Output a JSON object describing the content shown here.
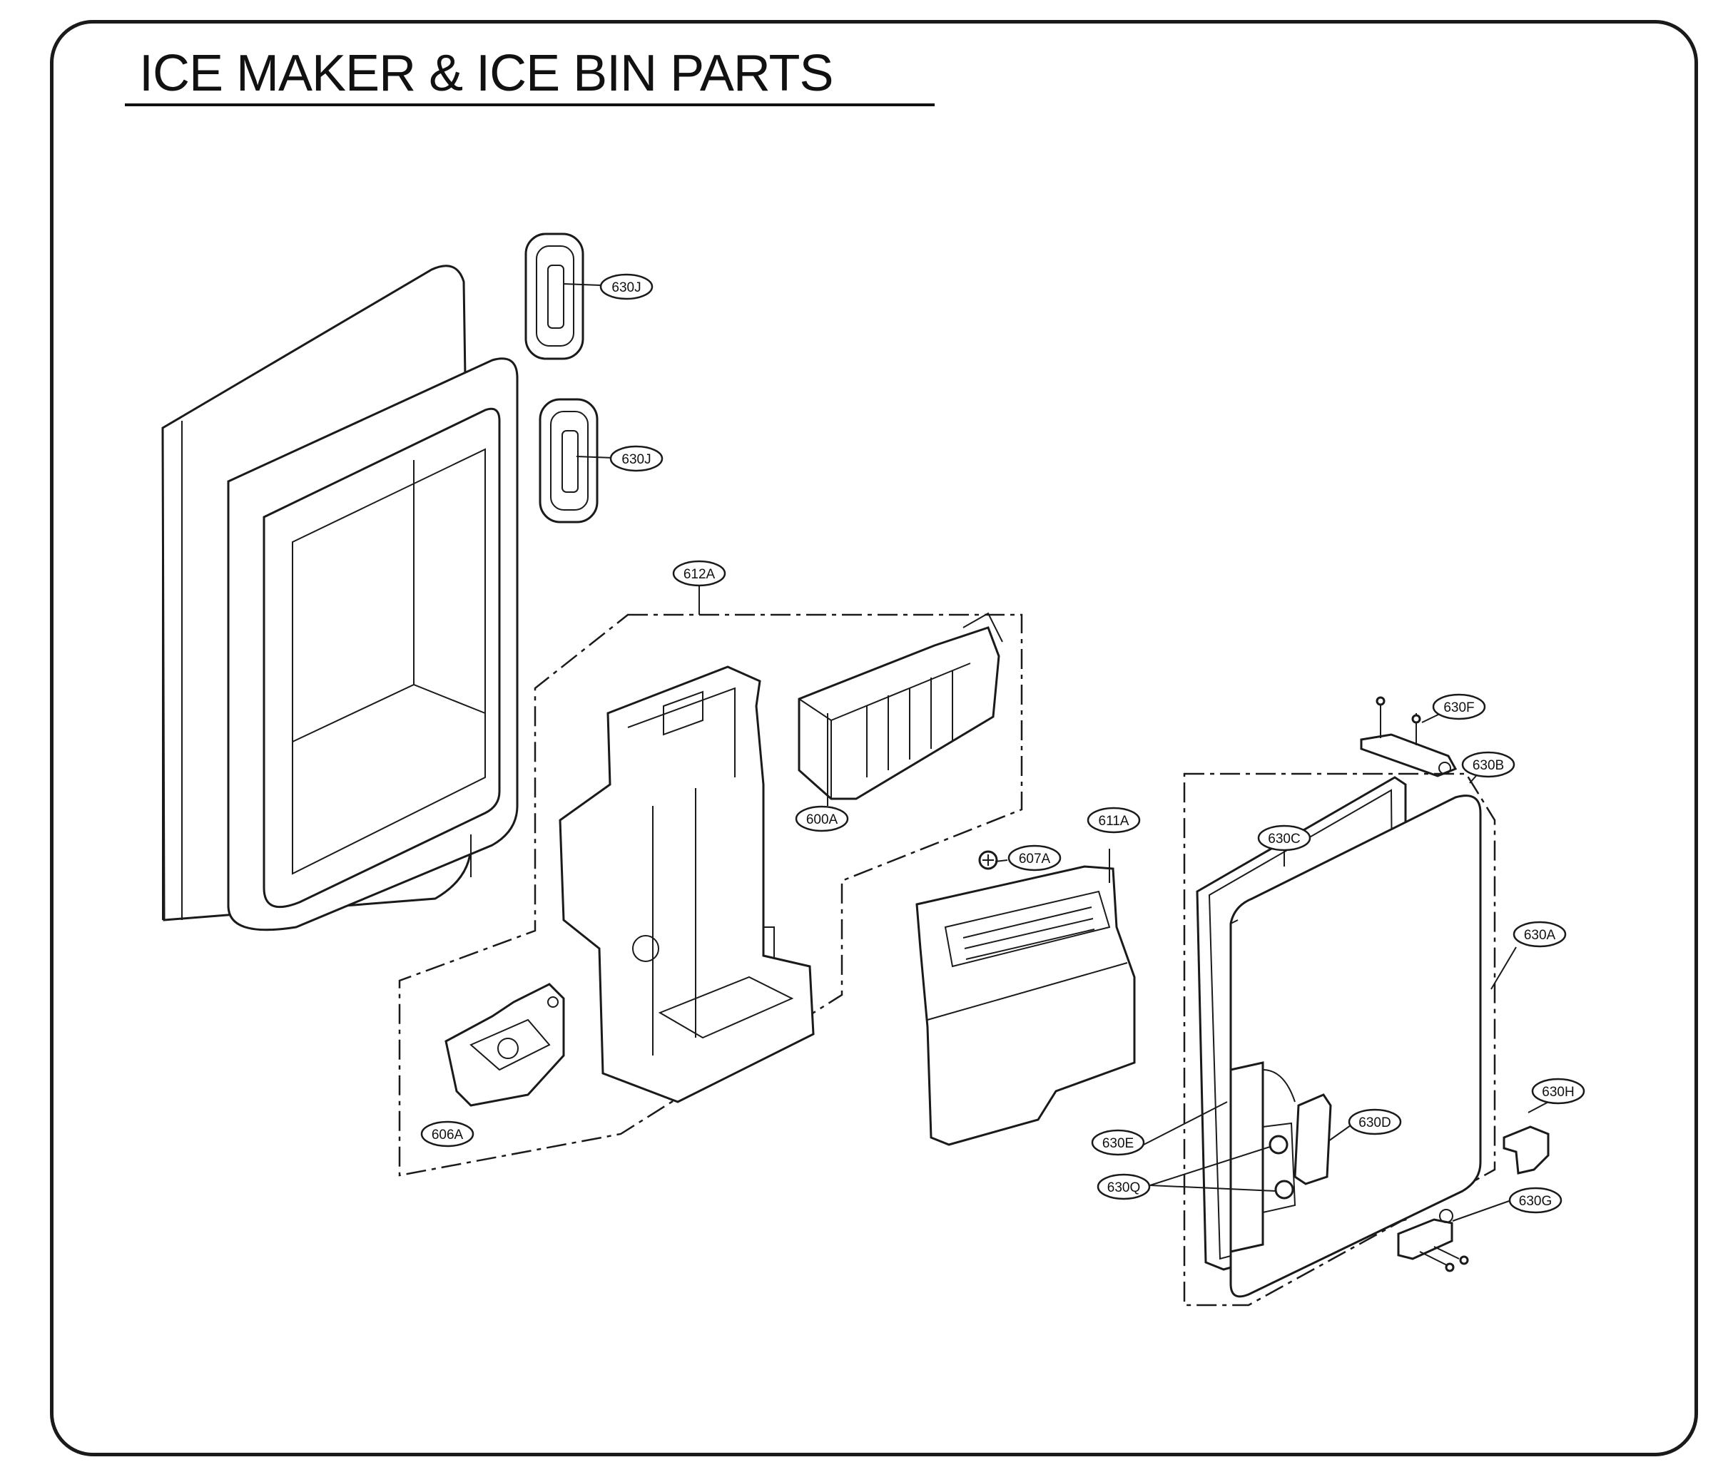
{
  "title": "ICE MAKER & ICE BIN PARTS",
  "callouts": {
    "p630J_top": "630J",
    "p630J_bottom": "630J",
    "p612A": "612A",
    "p600A": "600A",
    "p607A": "607A",
    "p611A": "611A",
    "p606A": "606A",
    "p630F": "630F",
    "p630B": "630B",
    "p630C": "630C",
    "p630A": "630A",
    "p630H": "630H",
    "p630D": "630D",
    "p630E": "630E",
    "p630Q": "630Q",
    "p630G": "630G"
  }
}
